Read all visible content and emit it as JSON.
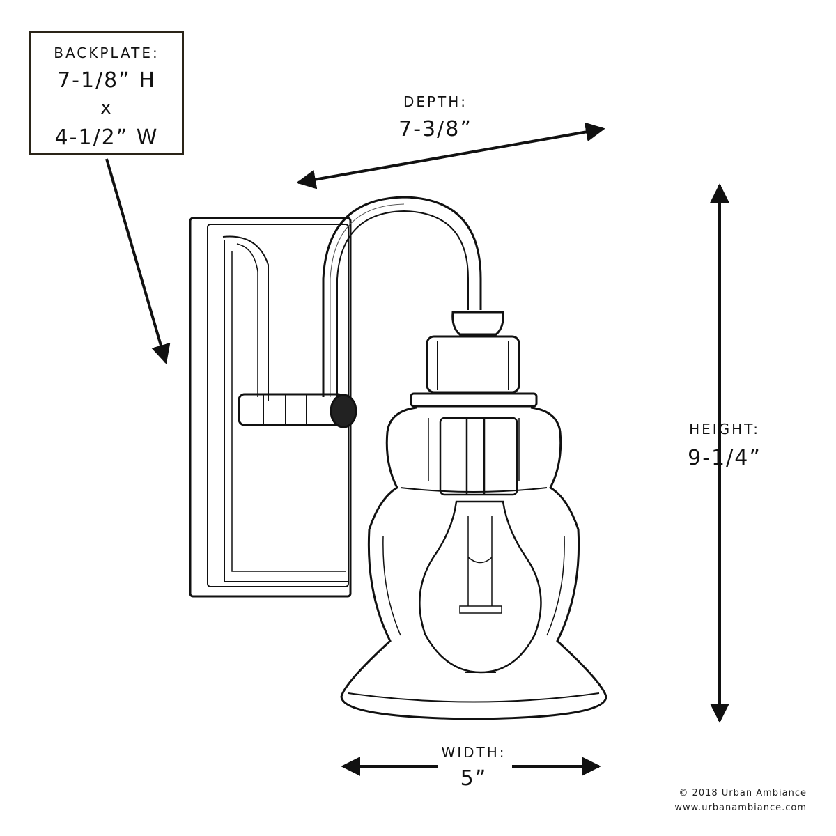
{
  "backplate": {
    "label": "BACKPLATE:",
    "height": "7-1/8” H",
    "times": "x",
    "width": "4-1/2” W"
  },
  "depth": {
    "label": "DEPTH:",
    "value": "7-3/8”"
  },
  "height": {
    "label": "HEIGHT:",
    "value": "9-1/4”"
  },
  "width": {
    "label": "WIDTH:",
    "value": "5”"
  },
  "footer": {
    "copyright": "© 2018 Urban Ambiance",
    "website": "www.urbanambiance.com"
  },
  "colors": {
    "line": "#111111",
    "box_border": "#2a2418",
    "background": "#ffffff"
  }
}
